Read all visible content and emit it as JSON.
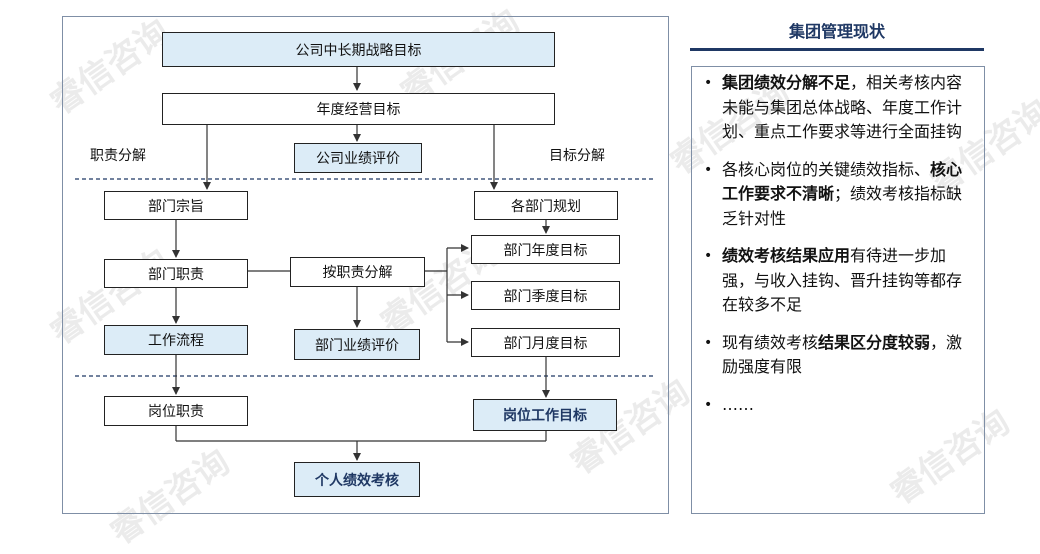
{
  "watermark": "睿信咨询",
  "diagram": {
    "strategy_goal": "公司中长期战略目标",
    "annual_goal": "年度经营目标",
    "duty_decompose_label": "职责分解",
    "company_perf_eval": "公司业绩评价",
    "goal_decompose_label": "目标分解",
    "dept_purpose": "部门宗旨",
    "dept_duty": "部门职责",
    "by_duty_decompose": "按职责分解",
    "work_process": "工作流程",
    "dept_perf_eval": "部门业绩评价",
    "dept_plan": "各部门规划",
    "dept_annual_goal": "部门年度目标",
    "dept_quarter_goal": "部门季度目标",
    "dept_month_goal": "部门月度目标",
    "position_duty": "岗位职责",
    "position_work_goal": "岗位工作目标",
    "personal_perf_review": "个人绩效考核"
  },
  "status_panel": {
    "title": "集团管理现状",
    "items": [
      {
        "bold1": "集团绩效分解不足",
        "text1": "，相关考核内容未能与集团总体战略、年度工作计划、重点工作要求等进行全面挂钩",
        "pre": "",
        "bold2": "",
        "text2": ""
      },
      {
        "pre": "各核心岗位的关键绩效指标、",
        "bold1": "核心工作要求不清晰",
        "text1": "；绩效考核指标缺乏针对性",
        "bold2": "",
        "text2": ""
      },
      {
        "pre": "",
        "bold1": "绩效考核结果应用",
        "text1": "有待进一步加强，与收入挂钩、晋升挂钩等都存在较多不足",
        "bold2": "",
        "text2": ""
      },
      {
        "pre": "现有绩效考核",
        "bold1": "结果区分度较弱",
        "text1": "，激励强度有限",
        "bold2": "",
        "text2": ""
      },
      {
        "pre": "……",
        "bold1": "",
        "text1": "",
        "bold2": "",
        "text2": ""
      }
    ],
    "bullet": "•"
  },
  "colors": {
    "box_highlight": "#dcecf7",
    "title_blue": "#1f3864",
    "frame_border": "#7f8fa6"
  }
}
